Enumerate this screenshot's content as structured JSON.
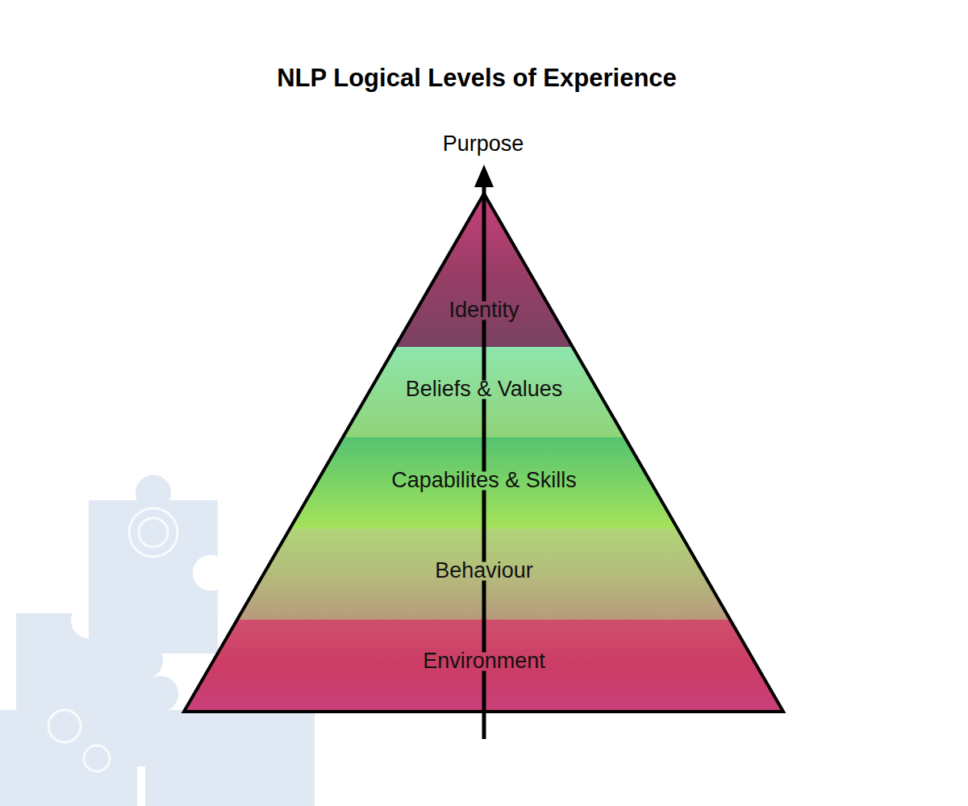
{
  "diagram": {
    "title": "NLP Logical Levels of Experience",
    "nodes": [
      {
        "text": [
          "Identity"
        ]
      },
      {
        "text": [
          "Beliefs & Values"
        ]
      },
      {
        "text": [
          "Capabilites & Skills"
        ]
      },
      {
        "text": [
          "Behaviour"
        ]
      },
      {
        "text": [
          "Environment"
        ]
      }
    ],
    "labels": [
      "Purpose"
    ]
  }
}
